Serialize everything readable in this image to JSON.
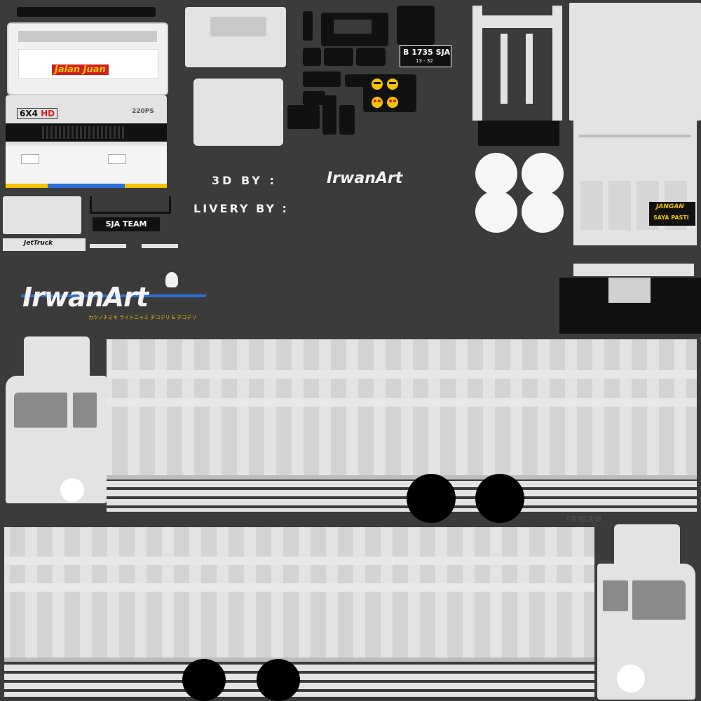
{
  "colors": {
    "background": "#3b3b3b",
    "panel": "#e3e3e3",
    "panel_shadow": "#bdbdbd",
    "dark": "#111111",
    "accent_yellow": "#f2c400",
    "accent_blue": "#2a6fd6",
    "accent_red": "#d21f1f"
  },
  "front_cab": {
    "model_badge": "6X4",
    "model_badge_suffix": "HD",
    "engine_badge": "220PS",
    "brand_sticker": "Jalan Juan",
    "plate_team": "SJA TEAM",
    "bumper_sticker": "JetTruck"
  },
  "license_plate": {
    "number": "B 1735 SJA",
    "expiry": "13 - 32"
  },
  "credits": {
    "model_label": "3D BY :",
    "livery_label": "LIVERY BY :",
    "author_logo": "IrwanArt",
    "author_tagline": "カツノチミキ ライトニャミ ヂコデリ & ヂコデリ"
  },
  "rear_sticker": {
    "line1": "JANGAN",
    "line2": "SAYA PASTI"
  },
  "watermark": "IRWAN",
  "icons": [
    "sunglasses-emoji-icon",
    "heart-eyes-emoji-icon",
    "mirror-icon",
    "wheel-icon"
  ]
}
